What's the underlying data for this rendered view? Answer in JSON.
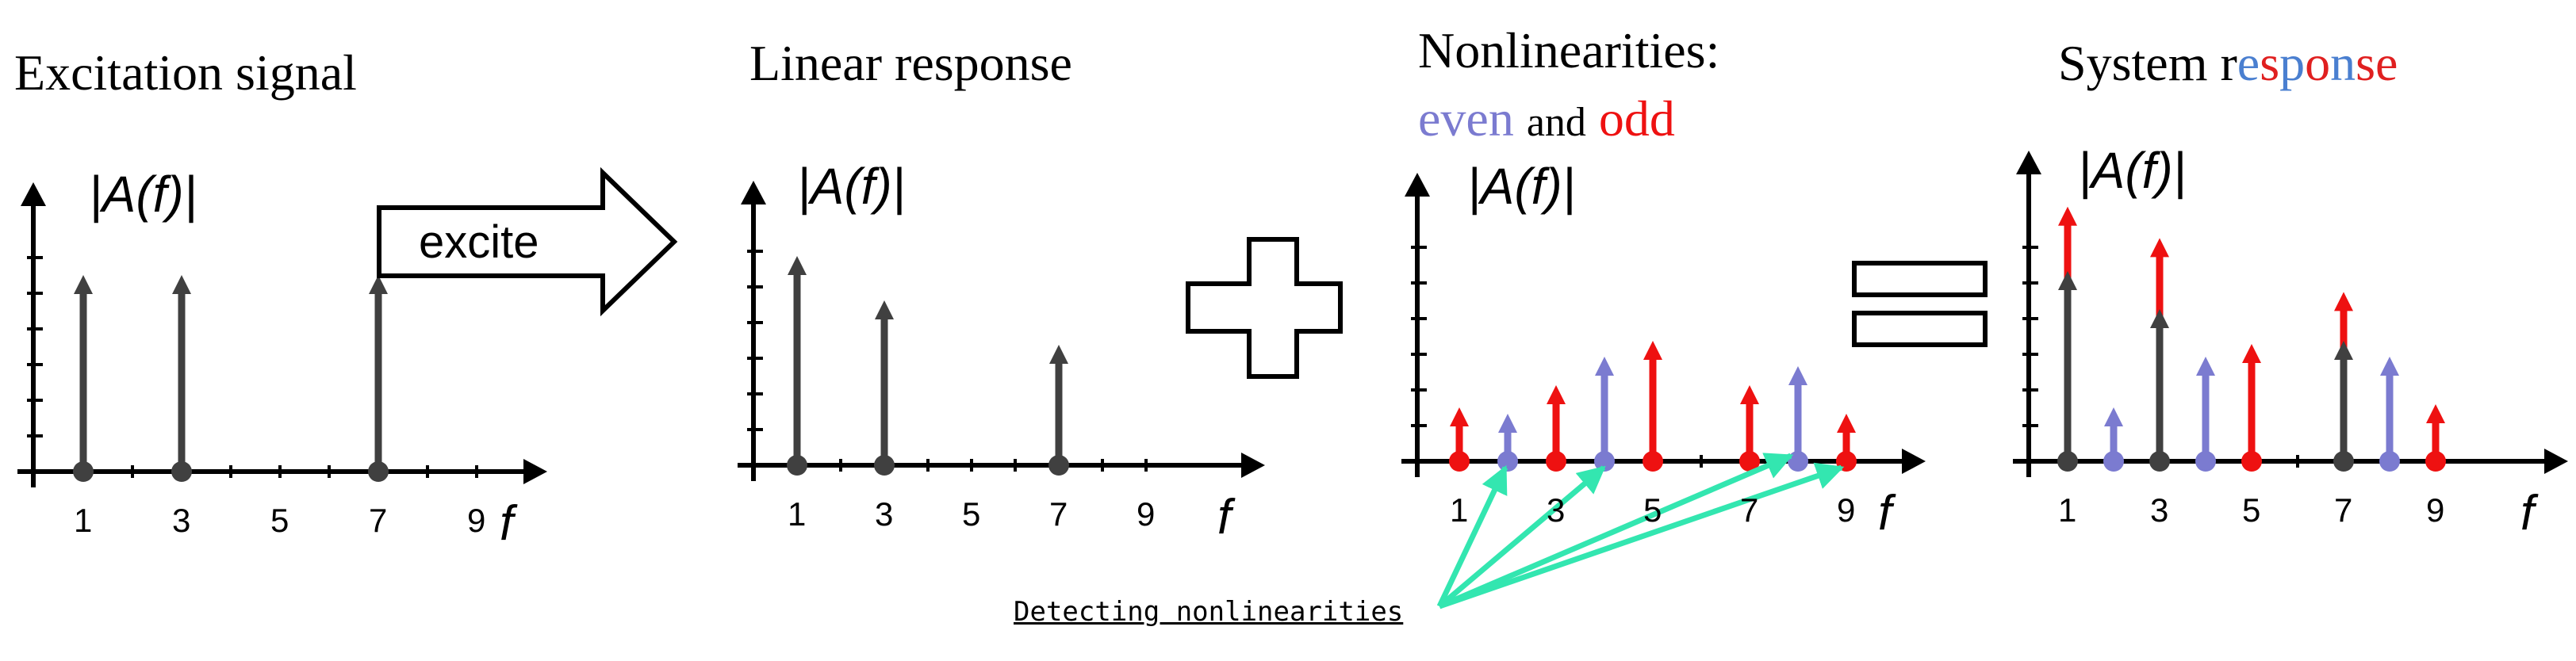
{
  "panels": [
    {
      "title": "Excitation signal",
      "ylabel": "|A(f)|",
      "xticks": [
        "1",
        "3",
        "5",
        "7",
        "9"
      ],
      "xsymbol": "f",
      "peaks": [
        {
          "f": 1,
          "amp": 0.62,
          "kind": "fundamental"
        },
        {
          "f": 3,
          "amp": 0.62,
          "kind": "fundamental"
        },
        {
          "f": 7,
          "amp": 0.62,
          "kind": "fundamental"
        }
      ]
    },
    {
      "title": "Linear  response",
      "ylabel": "|A(f)|",
      "xticks": [
        "1",
        "3",
        "5",
        "7",
        "9"
      ],
      "xsymbol": "f",
      "peaks": [
        {
          "f": 1,
          "amp": 0.66,
          "kind": "fundamental"
        },
        {
          "f": 3,
          "amp": 0.52,
          "kind": "fundamental"
        },
        {
          "f": 7,
          "amp": 0.38,
          "kind": "fundamental"
        }
      ]
    },
    {
      "title": "Nonlinearities:",
      "subtitle_parts": [
        "even",
        "and",
        "odd"
      ],
      "ylabel": "|A(f)|",
      "xticks": [
        "1",
        "3",
        "5",
        "7",
        "9"
      ],
      "xsymbol": "f",
      "peaks": [
        {
          "f": 1,
          "amp": 0.17,
          "kind": "odd"
        },
        {
          "f": 2,
          "amp": 0.15,
          "kind": "even"
        },
        {
          "f": 3,
          "amp": 0.24,
          "kind": "odd"
        },
        {
          "f": 4,
          "amp": 0.33,
          "kind": "even"
        },
        {
          "f": 5,
          "amp": 0.38,
          "kind": "odd"
        },
        {
          "f": 7,
          "amp": 0.24,
          "kind": "odd"
        },
        {
          "f": 8,
          "amp": 0.3,
          "kind": "even"
        },
        {
          "f": 9,
          "amp": 0.15,
          "kind": "odd"
        }
      ]
    },
    {
      "title_parts": [
        "System r",
        "e",
        "s",
        "p",
        "o",
        "n",
        "s",
        "e"
      ],
      "ylabel": "|A(f)|",
      "xticks": [
        "1",
        "3",
        "5",
        "7",
        "9"
      ],
      "xsymbol": "f",
      "peaks": [
        {
          "f": 1,
          "amp": 0.6,
          "kind": "fundamental",
          "odd_extra": 0.29
        },
        {
          "f": 2,
          "amp": 0.17,
          "kind": "even"
        },
        {
          "f": 3,
          "amp": 0.48,
          "kind": "fundamental",
          "odd_extra": 0.32
        },
        {
          "f": 4,
          "amp": 0.33,
          "kind": "even"
        },
        {
          "f": 5,
          "amp": 0.37,
          "kind": "odd"
        },
        {
          "f": 7,
          "amp": 0.38,
          "kind": "fundamental",
          "odd_extra": 0.22
        },
        {
          "f": 8,
          "amp": 0.33,
          "kind": "even"
        },
        {
          "f": 9,
          "amp": 0.18,
          "kind": "odd"
        }
      ]
    }
  ],
  "excite_label": "excite",
  "caption": "Detecting nonlinearities",
  "colors": {
    "fundamental": "#404040",
    "even": "#7b7bd0",
    "odd": "#ee1111",
    "arrows": "#33e6b0",
    "blue": "#4a7fd0",
    "red": "#e02020"
  }
}
